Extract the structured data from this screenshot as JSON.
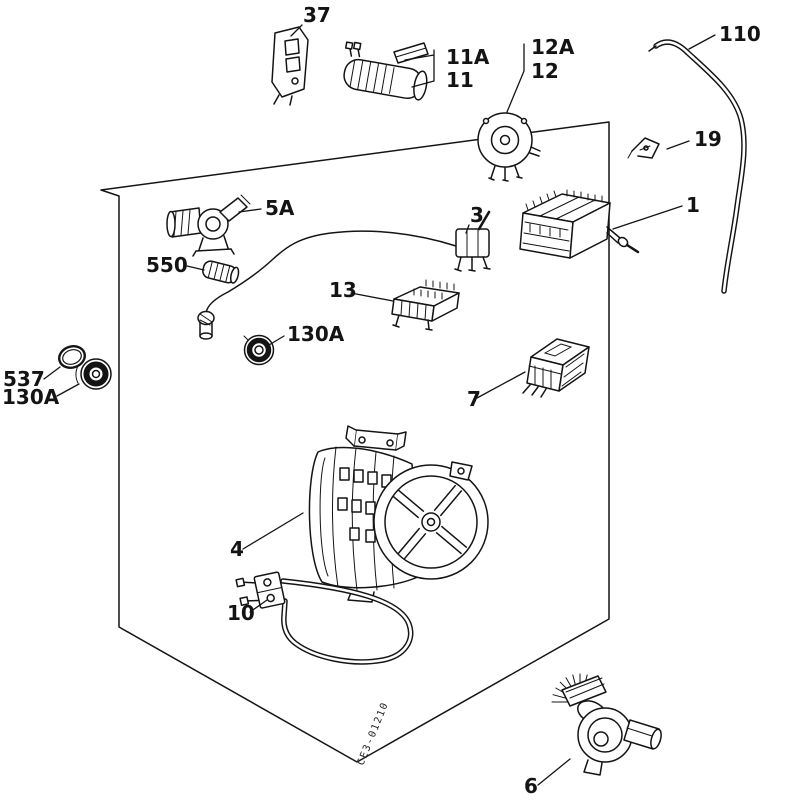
{
  "drawing_code": "CE3-01210",
  "labels": {
    "n37": "37",
    "n11a": "11A",
    "n11": "11",
    "n12a": "12A",
    "n12": "12",
    "n110": "110",
    "n19": "19",
    "n1": "1",
    "n5a": "5A",
    "n550": "550",
    "n3": "3",
    "n13": "13",
    "n130a_grommet": "130A",
    "n537": "537",
    "n130a_pulley": "130A",
    "n7": "7",
    "n4": "4",
    "n10": "10",
    "n6": "6"
  }
}
